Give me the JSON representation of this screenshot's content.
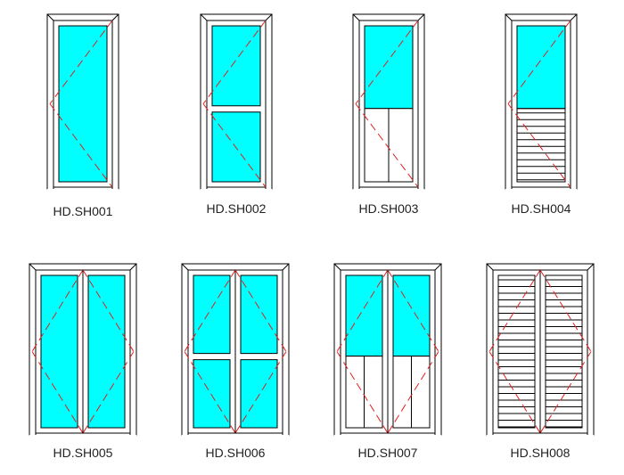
{
  "catalog": {
    "items": [
      {
        "code": "HD.SH001"
      },
      {
        "code": "HD.SH002"
      },
      {
        "code": "HD.SH003"
      },
      {
        "code": "HD.SH004"
      },
      {
        "code": "HD.SH005"
      },
      {
        "code": "HD.SH006"
      },
      {
        "code": "HD.SH007"
      },
      {
        "code": "HD.SH008"
      }
    ]
  },
  "colors": {
    "glass": "#00ffff",
    "frame": "#000000",
    "swing_line": "#e02020"
  }
}
